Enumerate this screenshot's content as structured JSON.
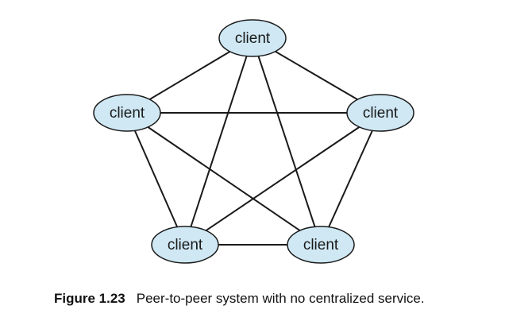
{
  "diagram": {
    "nodes": [
      {
        "id": "top",
        "label": "client"
      },
      {
        "id": "left",
        "label": "client"
      },
      {
        "id": "right",
        "label": "client"
      },
      {
        "id": "bottom-left",
        "label": "client"
      },
      {
        "id": "bottom-right",
        "label": "client"
      }
    ],
    "edges": [
      [
        "top",
        "left"
      ],
      [
        "top",
        "right"
      ],
      [
        "top",
        "bottom-left"
      ],
      [
        "top",
        "bottom-right"
      ],
      [
        "left",
        "right"
      ],
      [
        "left",
        "bottom-left"
      ],
      [
        "left",
        "bottom-right"
      ],
      [
        "right",
        "bottom-left"
      ],
      [
        "right",
        "bottom-right"
      ],
      [
        "bottom-left",
        "bottom-right"
      ]
    ],
    "colors": {
      "node_fill": "#cfe8f4",
      "node_stroke": "#1a1a1a",
      "edge": "#1a1a1a"
    }
  },
  "caption": {
    "label": "Figure 1.23",
    "text": "Peer-to-peer system with no centralized service."
  }
}
